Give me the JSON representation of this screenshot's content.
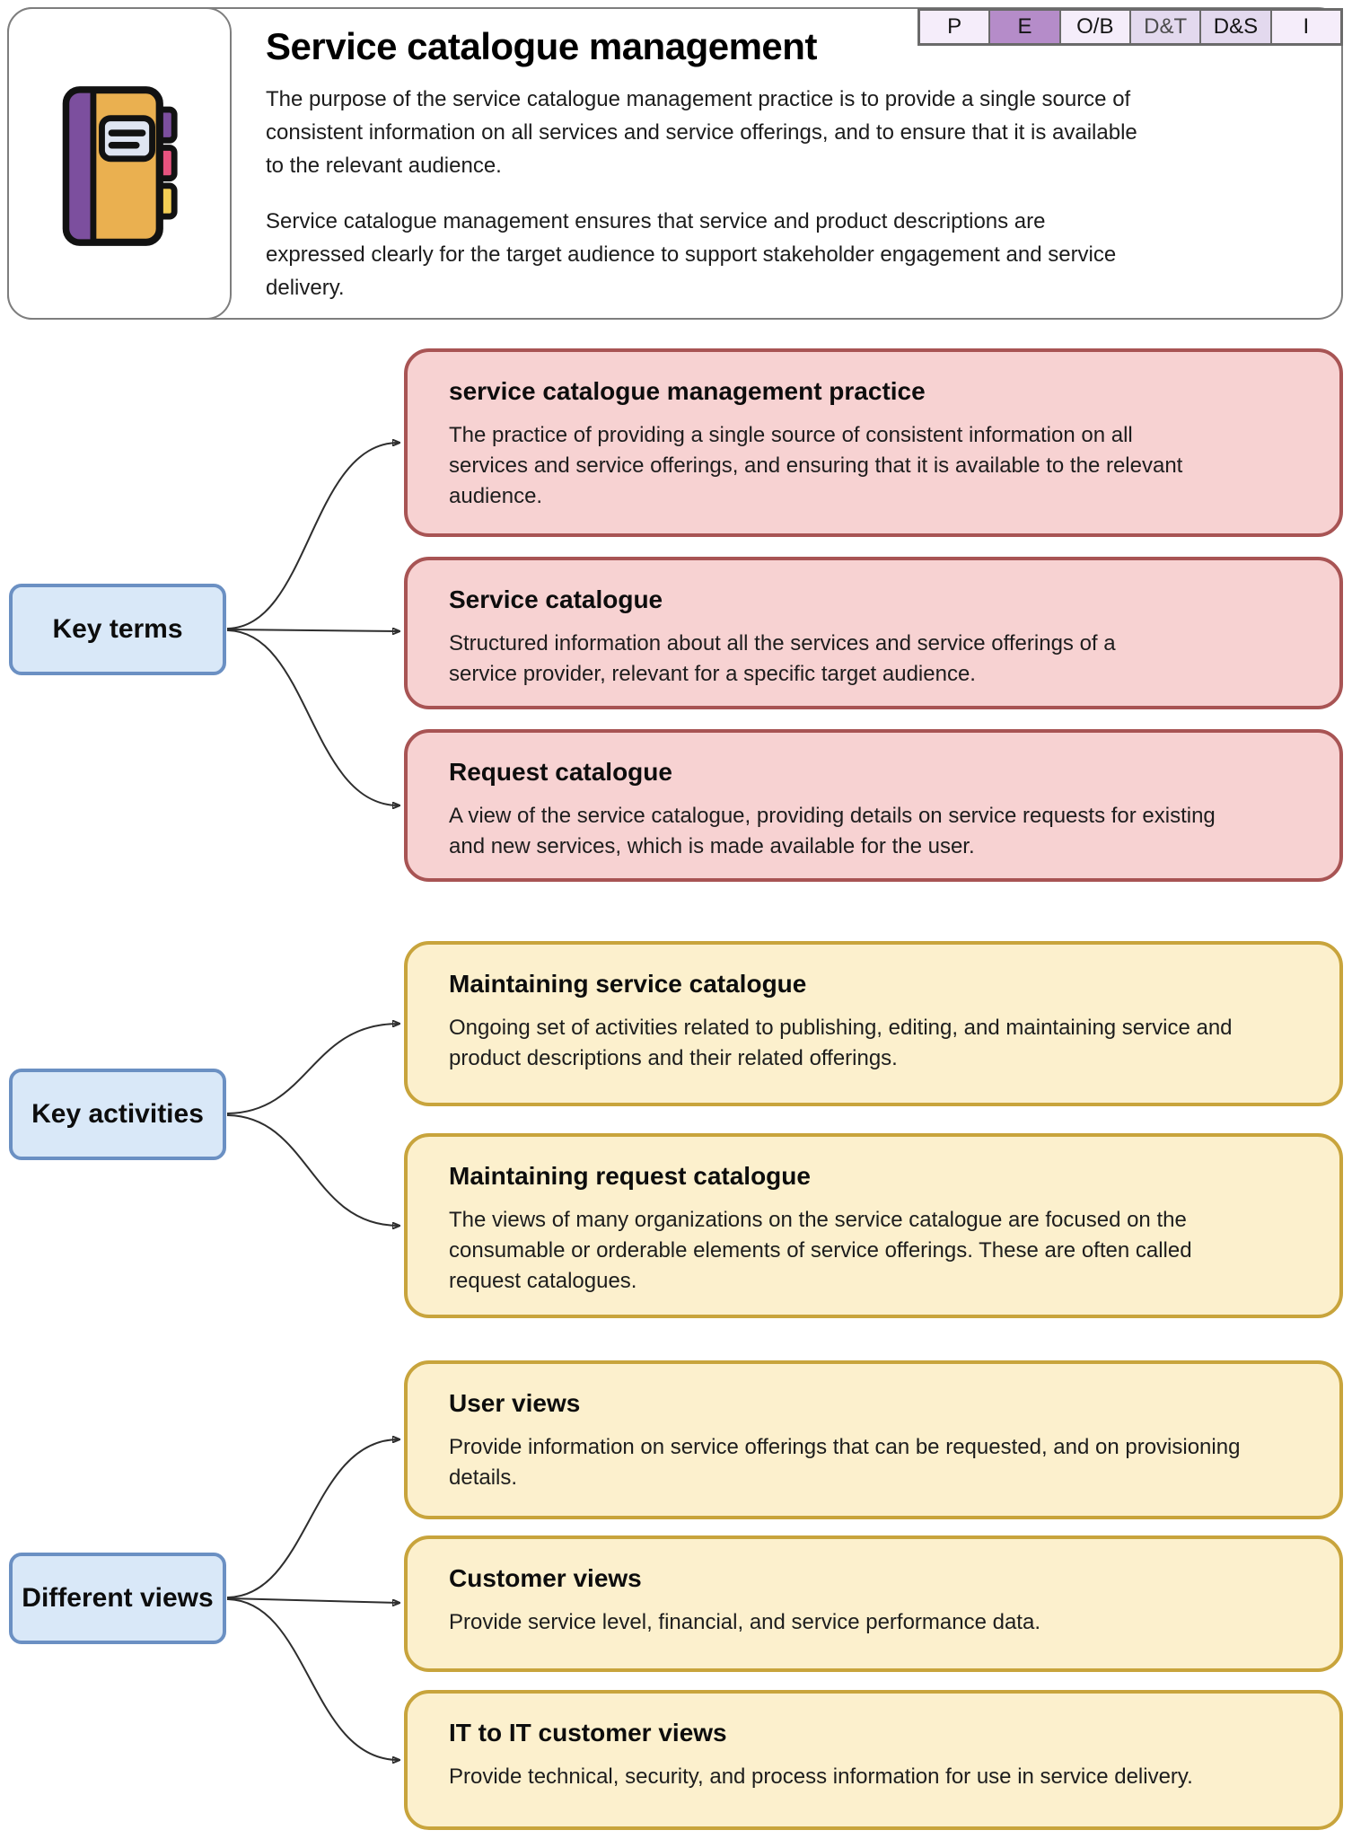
{
  "header": {
    "title": "Service catalogue management",
    "icon": "catalogue-notebook-icon",
    "paragraph1": "The purpose of the service catalogue management practice is to provide a single source of\nconsistent information on all services and service offerings, and to ensure that it is available\nto the relevant audience.",
    "paragraph2": "Service catalogue management ensures that service and product descriptions are\nexpressed clearly for the target audience to support stakeholder engagement and service\ndelivery.",
    "value_chain": {
      "cells": [
        {
          "label": "P",
          "shade": "light"
        },
        {
          "label": "E",
          "shade": "highlight"
        },
        {
          "label": "O/B",
          "shade": "light"
        },
        {
          "label": "D&T",
          "shade": "medium"
        },
        {
          "label": "D&S",
          "shade": "medium"
        },
        {
          "label": "I",
          "shade": "light"
        }
      ]
    }
  },
  "sections": [
    {
      "label": "Key terms",
      "items": [
        {
          "title": "service catalogue management practice",
          "body": "The practice of providing a single source of consistent information on all\nservices and service offerings, and ensuring that it is available to the relevant\naudience."
        },
        {
          "title": "Service catalogue",
          "body": "Structured information about all the services and service offerings of a\nservice provider, relevant for a specific target audience."
        },
        {
          "title": "Request catalogue",
          "body": "A view of the service catalogue, providing details on service requests for existing\nand new services, which is made available for the user."
        }
      ]
    },
    {
      "label": "Key activities",
      "items": [
        {
          "title": "Maintaining service catalogue",
          "body": "Ongoing set of activities related to publishing, editing, and maintaining service and\nproduct descriptions and their related offerings."
        },
        {
          "title": "Maintaining request catalogue",
          "body": "The views of many organizations on the service catalogue are focused on the\nconsumable or orderable elements of service offerings. These are often called\nrequest catalogues."
        }
      ]
    },
    {
      "label": "Different views",
      "items": [
        {
          "title": "User views",
          "body": "Provide information on service offerings that can be requested, and on provisioning\ndetails."
        },
        {
          "title": "Customer views",
          "body": "Provide service level, financial, and service performance data."
        },
        {
          "title": "IT to IT customer views",
          "body": "Provide technical, security, and process information for use in service delivery."
        }
      ]
    }
  ],
  "colors": {
    "key_term_fill": "#f7d2d2",
    "key_term_border": "#a85454",
    "activity_fill": "#fcf0cd",
    "activity_border": "#c8a43c",
    "label_fill": "#d9e8f8",
    "label_border": "#6b90c3",
    "vc_light": "#f5edfa",
    "vc_highlight": "#b58cc9",
    "vc_medium": "#e3d9ee"
  }
}
